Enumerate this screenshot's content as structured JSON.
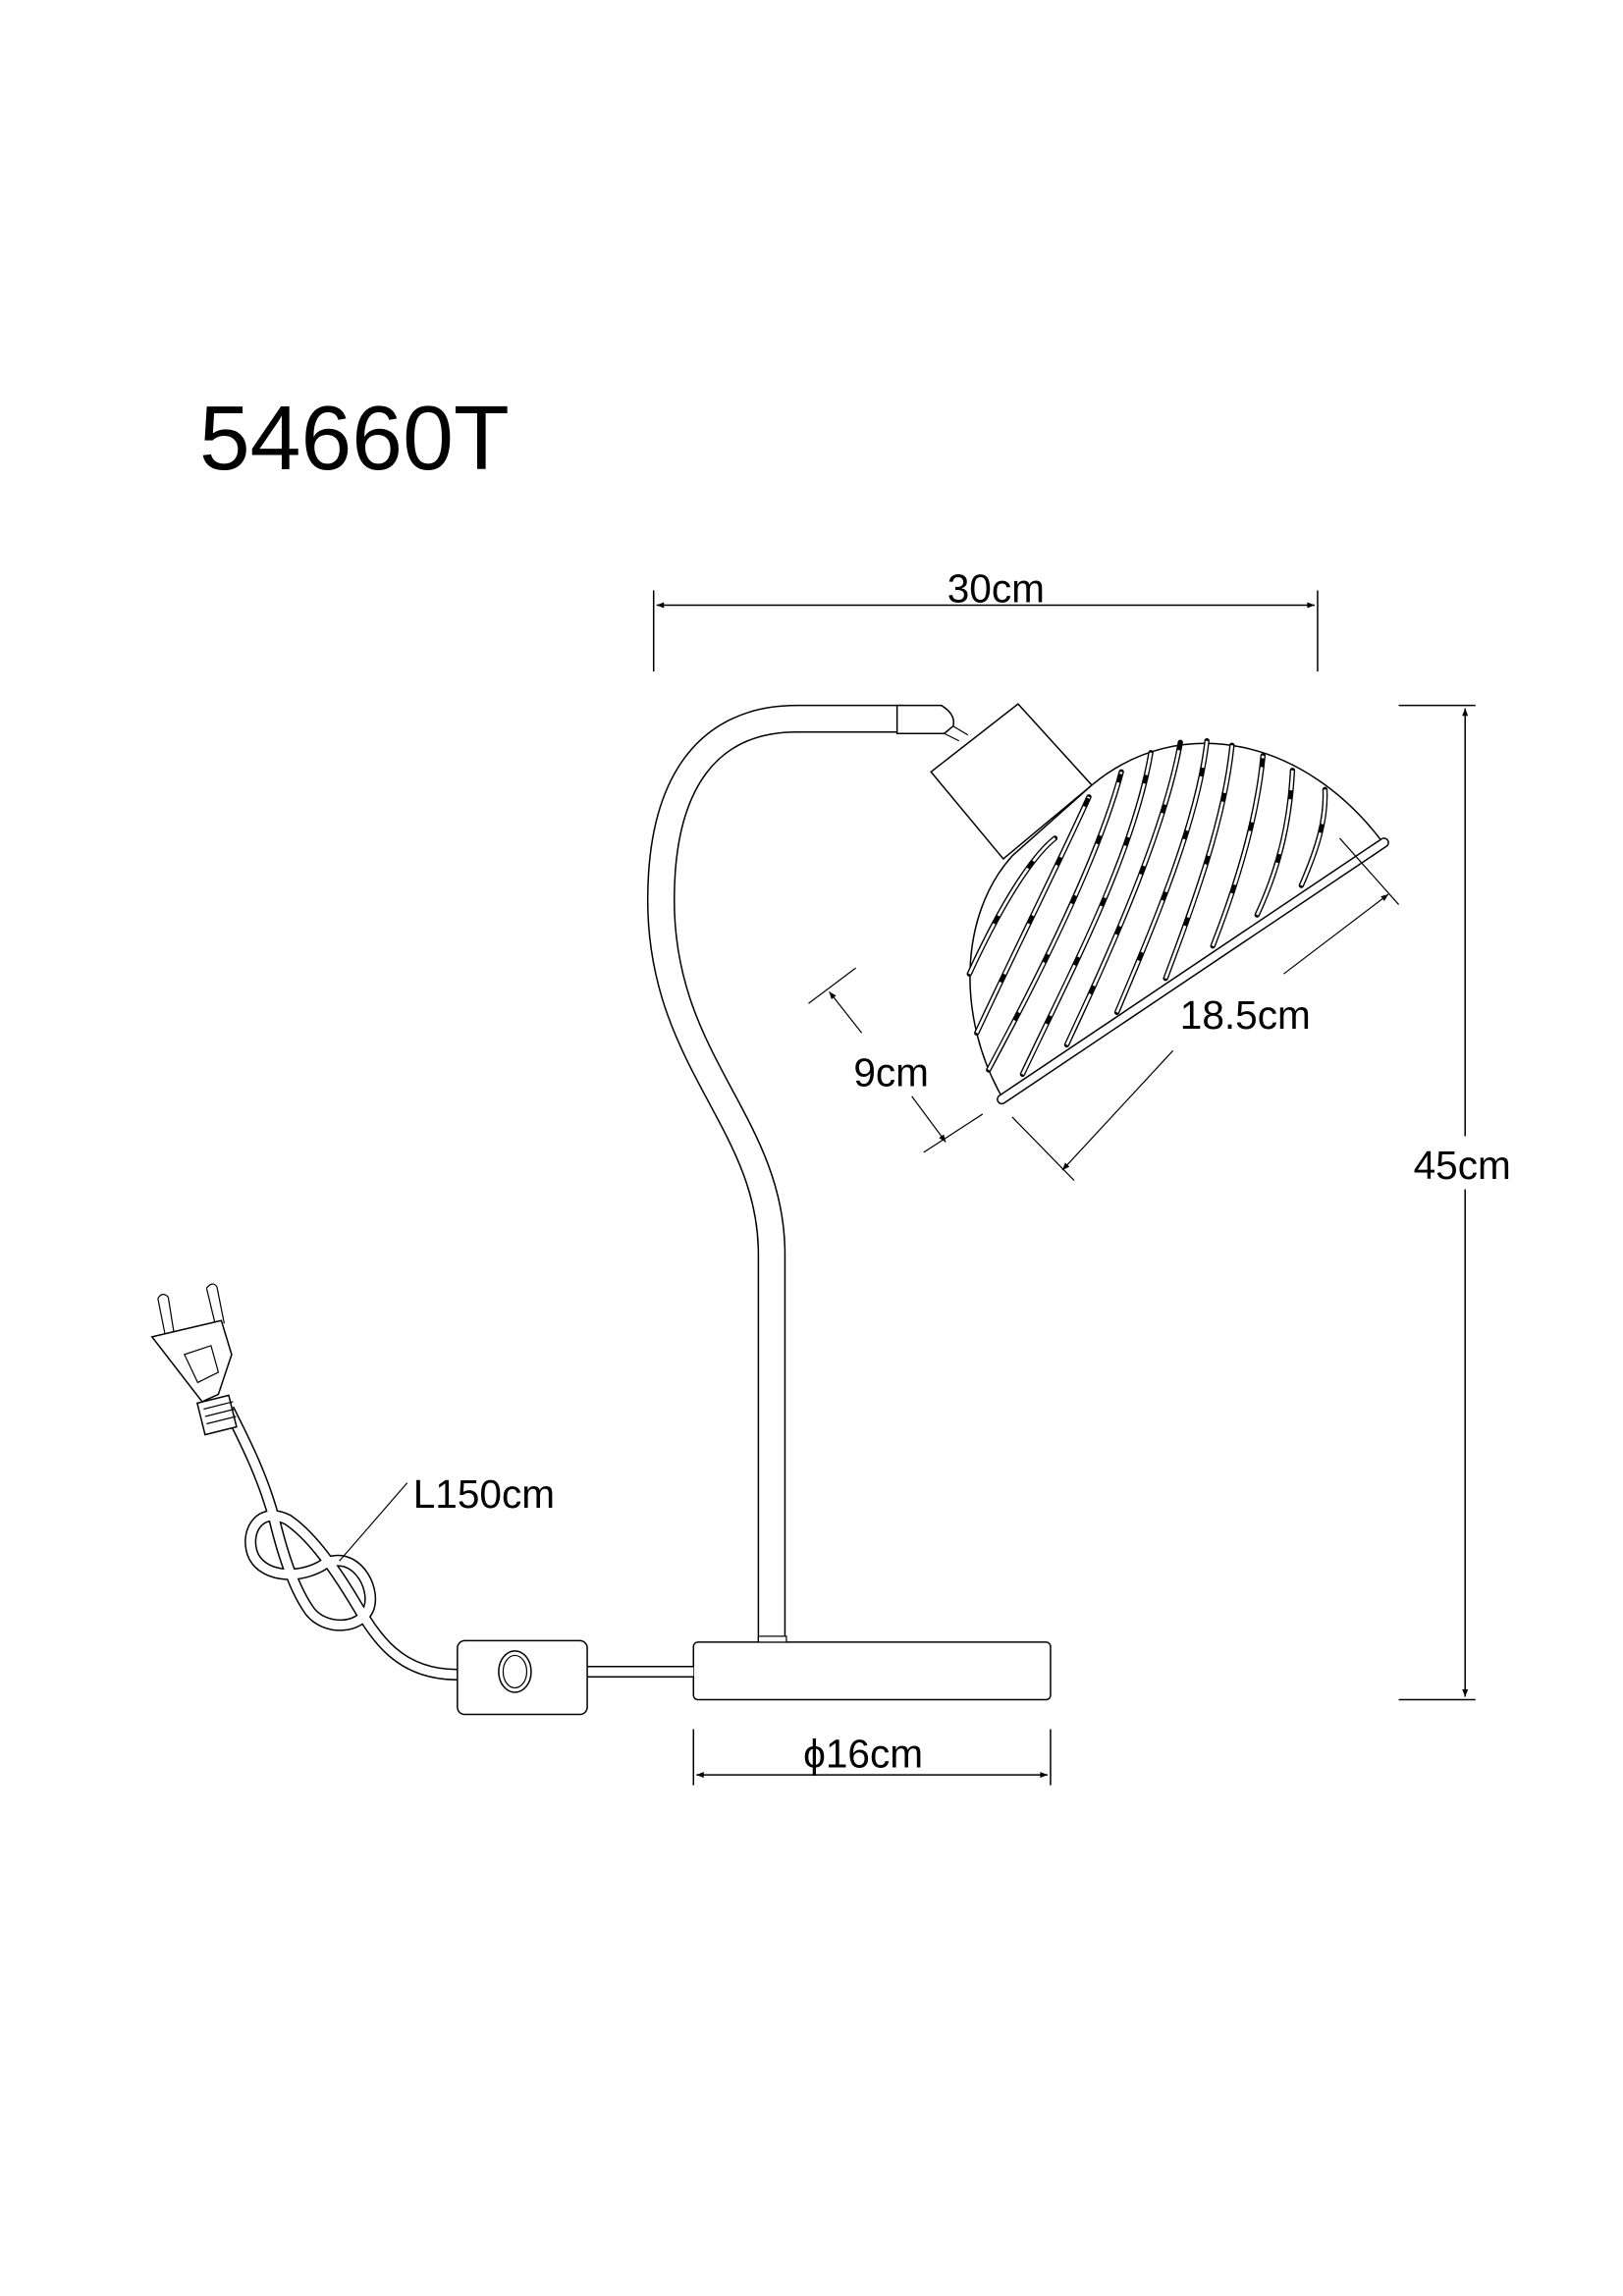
{
  "document": {
    "model_number": "54660T",
    "colors": {
      "ink": "#000000",
      "paper": "#ffffff"
    }
  },
  "dimensions": {
    "width": "30cm",
    "height": "45cm",
    "shade_diameter": "18.5cm",
    "shade_depth": "9cm",
    "base_diameter": "ϕ16cm",
    "cable_length": "L150cm"
  }
}
